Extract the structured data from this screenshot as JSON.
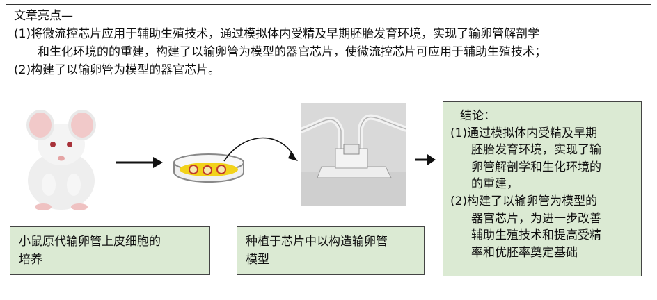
{
  "highlights": {
    "title": "文章亮点—",
    "point1_line1": "(1)将微流控芯片应用于辅助生殖技术，通过模拟体内受精及早期胚胎发育环境，实现了输卵管解剖学",
    "point1_line2": "和生化环境的的重建，构建了以输卵管为模型的器官芯片，使微流控芯片可应用于辅助生殖技术；",
    "point2": "(2)构建了以输卵管为模型的器官芯片。"
  },
  "steps": {
    "culture_line1": "小鼠原代输卵管上皮细胞的",
    "culture_line2": "培养",
    "plant_line1": "种植于芯片中以构造输卵管",
    "plant_line2": "模型"
  },
  "conclusion": {
    "title": "结论：",
    "lines": [
      "(1)通过模拟体内受精及早期",
      "胚胎发育环境，实现了输",
      "卵管解剖学和生化环境的",
      "的重建，",
      "(2)构建了以输卵管为模型的",
      "器官芯片，为进一步改善",
      "辅助生殖技术和提高受精",
      "率和优胚率奠定基础"
    ]
  },
  "colors": {
    "box_fill": "#dbead3",
    "dish_yellow": "#f2d21a",
    "dish_ring": "#c0392b"
  },
  "icons": {
    "mouse": "white-mouse-image",
    "dish": "petri-dish-icon",
    "chip": "microfluidic-chip-photo"
  }
}
